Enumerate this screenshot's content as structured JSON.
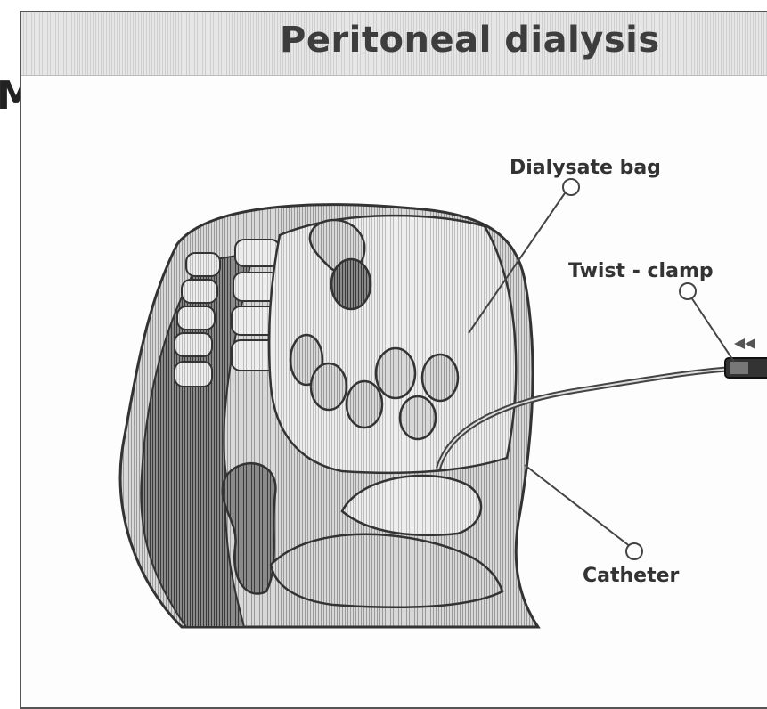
{
  "title": "Peritoneal dialysis",
  "edge_text": "M",
  "labels": {
    "dialysate_bag": "Dialysate bag",
    "twist_clamp": "Twist - clamp",
    "catheter": "Catheter"
  }
}
